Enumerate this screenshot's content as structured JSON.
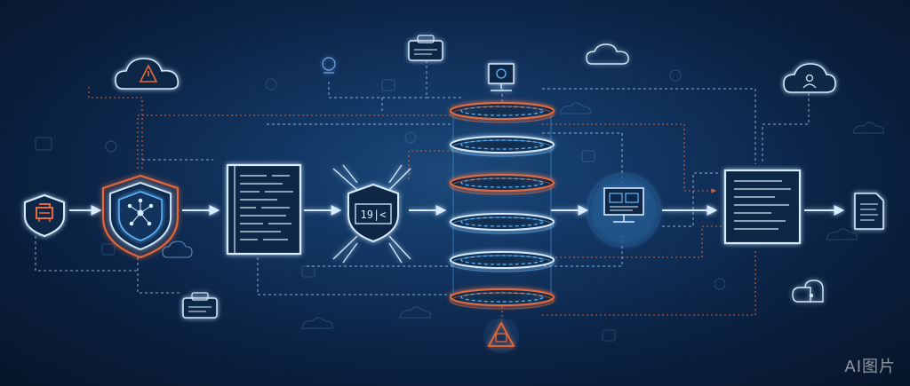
{
  "diagram": {
    "colors": {
      "background": "#0b2243",
      "line_white": "#d8ecff",
      "line_blue": "#5fb8ff",
      "line_orange": "#e86a3a"
    },
    "pipeline": [
      {
        "id": "small-shield",
        "icon": "shield-icon"
      },
      {
        "id": "main-shield",
        "icon": "network-shield-icon"
      },
      {
        "id": "code-document",
        "icon": "document-icon"
      },
      {
        "id": "processor-shield",
        "icon": "code-shield-icon"
      },
      {
        "id": "database-stack",
        "icon": "database-stack-icon"
      },
      {
        "id": "dashboard-monitor",
        "icon": "monitor-icon"
      },
      {
        "id": "report-document",
        "icon": "report-document-icon"
      },
      {
        "id": "output-file",
        "icon": "file-icon"
      }
    ],
    "peripherals": [
      {
        "id": "cloud-alert-top-left",
        "icon": "cloud-alert-icon"
      },
      {
        "id": "cloud-user-top-right",
        "icon": "cloud-user-icon"
      },
      {
        "id": "cloud-top-center",
        "icon": "cloud-icon"
      },
      {
        "id": "monitor-top-center",
        "icon": "computer-icon"
      },
      {
        "id": "message-box-top",
        "icon": "message-icon"
      },
      {
        "id": "message-box-bottom",
        "icon": "message-icon"
      },
      {
        "id": "warning-bottom-center",
        "icon": "alert-icon"
      },
      {
        "id": "cloud-bottom-right",
        "icon": "cloud-icon"
      }
    ],
    "processor_label": "19|<"
  },
  "watermark": {
    "text": "AI图片"
  }
}
